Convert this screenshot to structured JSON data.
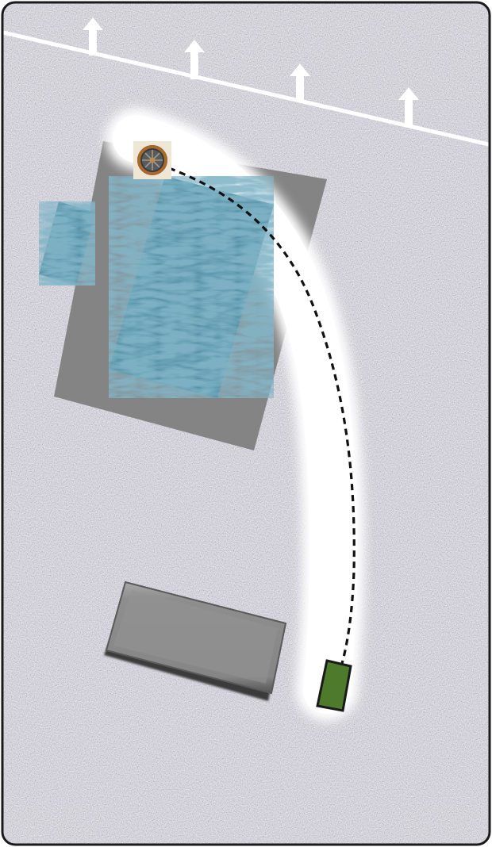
{
  "scene": {
    "kind": "top-down driving/parking puzzle map",
    "colors": {
      "gravel_base": "#8a8788",
      "pavement": "#7b7b7b",
      "water": "#3c7a92",
      "path_glow": "#ffffff",
      "vehicle": "#4d7a2a",
      "obstacle": "#8f8f8f",
      "frame": "#1a1a1a"
    },
    "boundary_arrows": {
      "count": 4,
      "direction": "up",
      "icon": "up-arrow-icon"
    },
    "start_marker": {
      "icon": "steering-wheel-icon"
    },
    "vehicle": {
      "icon": "green-car-icon"
    },
    "route": {
      "style": "dashed",
      "from": "vehicle",
      "to": "steering-wheel"
    }
  }
}
